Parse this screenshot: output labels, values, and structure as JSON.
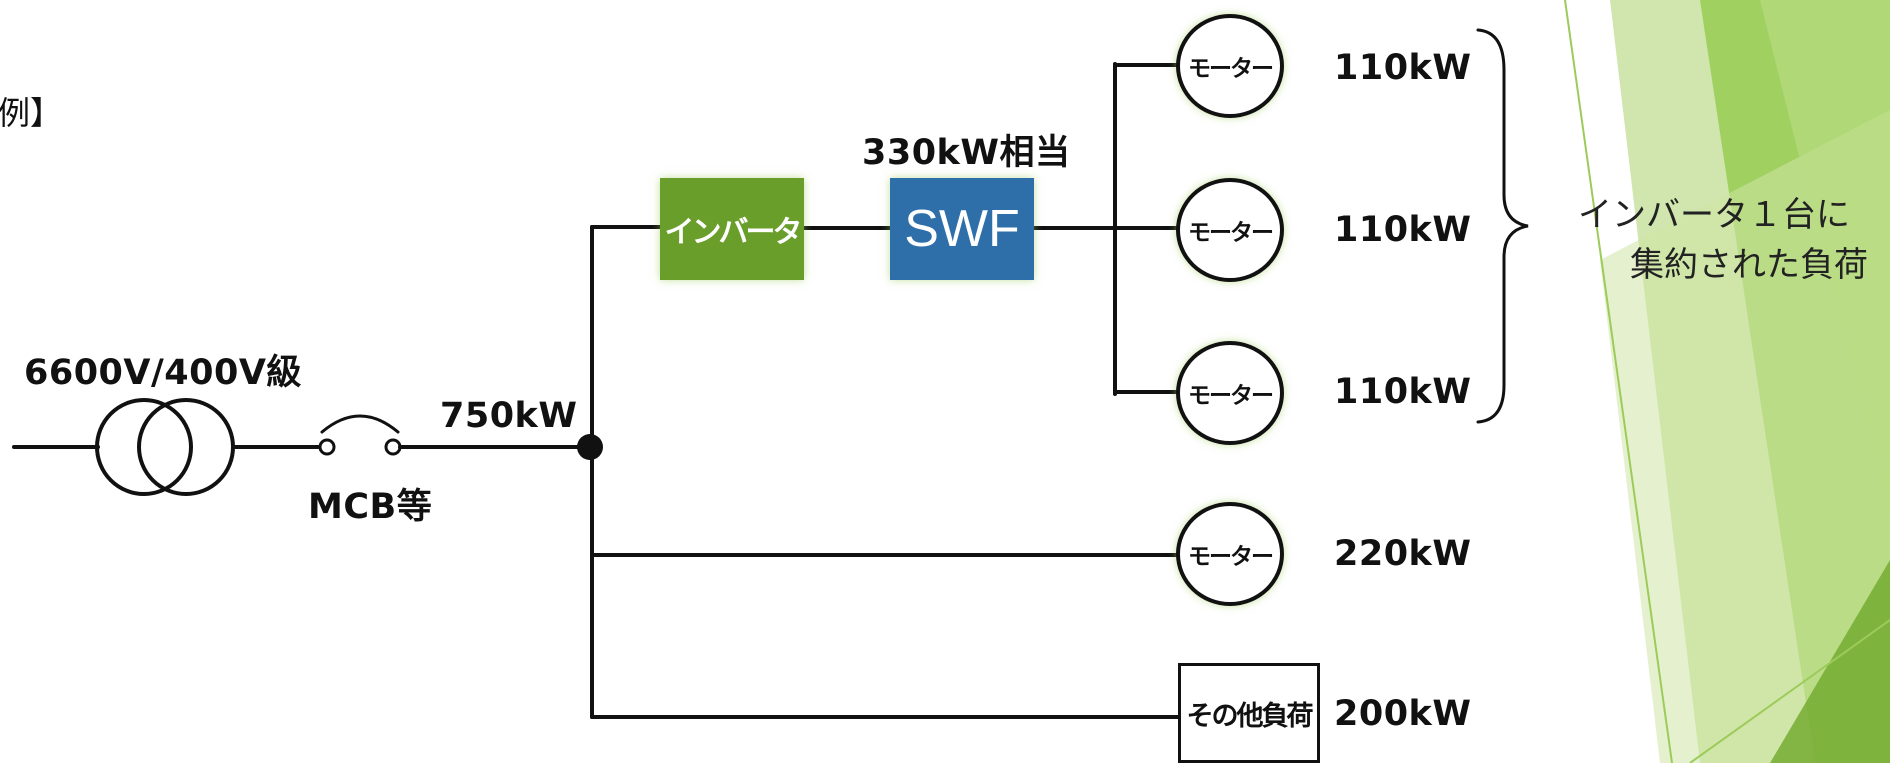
{
  "heading_fragment": "例】",
  "transformer_label": "6600V/400V級",
  "breaker_label": "MCB等",
  "bus_label": "750kW",
  "inverter_label": "インバータ",
  "swf": {
    "label": "SWF",
    "rating": "330kW相当"
  },
  "motor_label": "モーター",
  "motors": [
    {
      "rating": "110kW"
    },
    {
      "rating": "110kW"
    },
    {
      "rating": "110kW"
    },
    {
      "rating": "220kW"
    }
  ],
  "other_load": {
    "label": "その他負荷",
    "rating": "200kW"
  },
  "brace_note": {
    "line1": "インバータ１台に",
    "line2": "集約された負荷"
  },
  "colors": {
    "inverter_fill": "#6a9e2a",
    "swf_fill": "#2e6faa",
    "decor_green": "#8cc63f",
    "line": "#111111"
  }
}
